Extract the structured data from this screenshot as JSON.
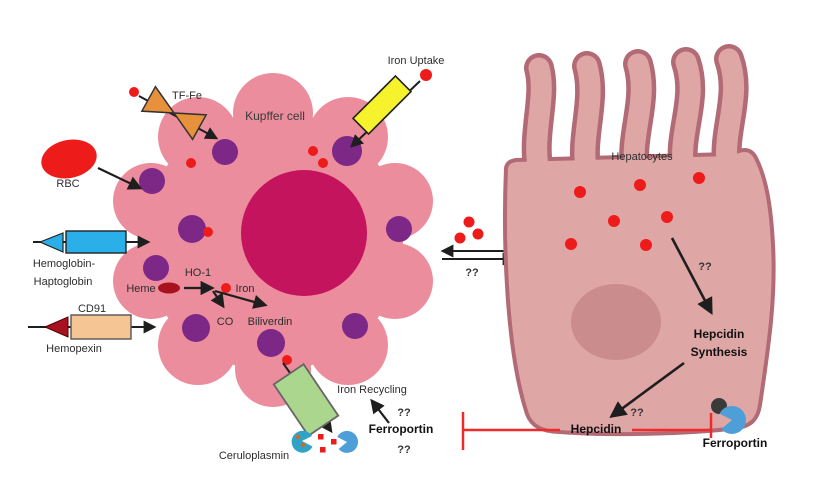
{
  "diagram": {
    "kupffer": {
      "cell_label": "Kupffer cell",
      "tf_fe": "TF-Fe",
      "rbc": "RBC",
      "hemoglobin_line1": "Hemoglobin-",
      "hemoglobin_line2": "Haptoglobin",
      "cd91": "CD91",
      "hemopexin": "Hemopexin",
      "heme": "Heme",
      "ho1": "HO-1",
      "iron": "Iron",
      "co": "CO",
      "biliverdin": "Biliverdin",
      "iron_uptake": "Iron Uptake",
      "iron_recycling": "Iron Recycling",
      "recycling_q": "??",
      "ferroportin": "Ferroportin",
      "ferroportin_q": "??",
      "ceruloplasmin": "Ceruloplasmin"
    },
    "exchange": {
      "q": "??"
    },
    "hepatocytes": {
      "cell_label": "Hepatocytes",
      "signal_q": "??",
      "synthesis_line1": "Hepcidin",
      "synthesis_line2": "Synthesis",
      "release_q": "??",
      "hepcidin": "Hepcidin",
      "ferroportin": "Ferroportin"
    },
    "colors": {
      "kupffer_body": "#EB8D9C",
      "kupffer_nucleus": "#C5145E",
      "endosome_purple": "#7D2787",
      "iron_red": "#EE1B1B",
      "transferrin_orange": "#E8913C",
      "uptake_yellow": "#F6F22B",
      "haptoglobin_cyan": "#2BAFE8",
      "hemopexin_darkred": "#A8121F",
      "cd91_peach": "#F5C693",
      "ferroportin_green": "#ABD68E",
      "ferroportin_blue": "#4E9FD8",
      "ceruloplasmin_teal": "#30A3C8",
      "hepatocyte_body": "#DFA6A6",
      "hepatocyte_border": "#B26A75",
      "hepatocyte_nucleus": "#CA8C8C",
      "inhibit_red": "#EE2A2A"
    }
  }
}
